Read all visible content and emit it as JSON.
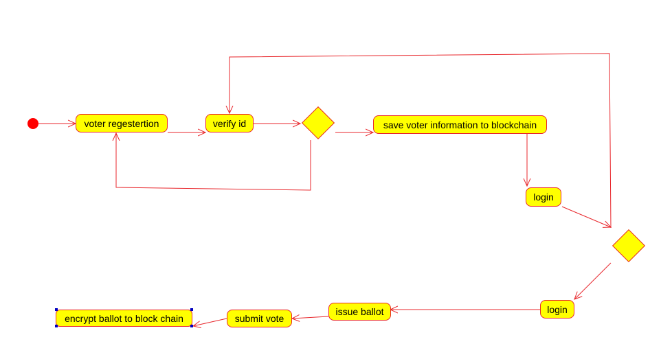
{
  "colors": {
    "node_fill": "#ffff00",
    "stroke": "#e8262b",
    "start": "#ff0000",
    "selection_handle": "#0000c0"
  },
  "nodes": {
    "voter_registration": "voter regestertion",
    "verify_id": "verify id",
    "save_info": "save voter information to blockchain",
    "login_1": "login",
    "login_2": "login",
    "issue_ballot": "issue ballot",
    "submit_vote": "submit vote",
    "encrypt_ballot": "encrypt ballot to block chain"
  }
}
